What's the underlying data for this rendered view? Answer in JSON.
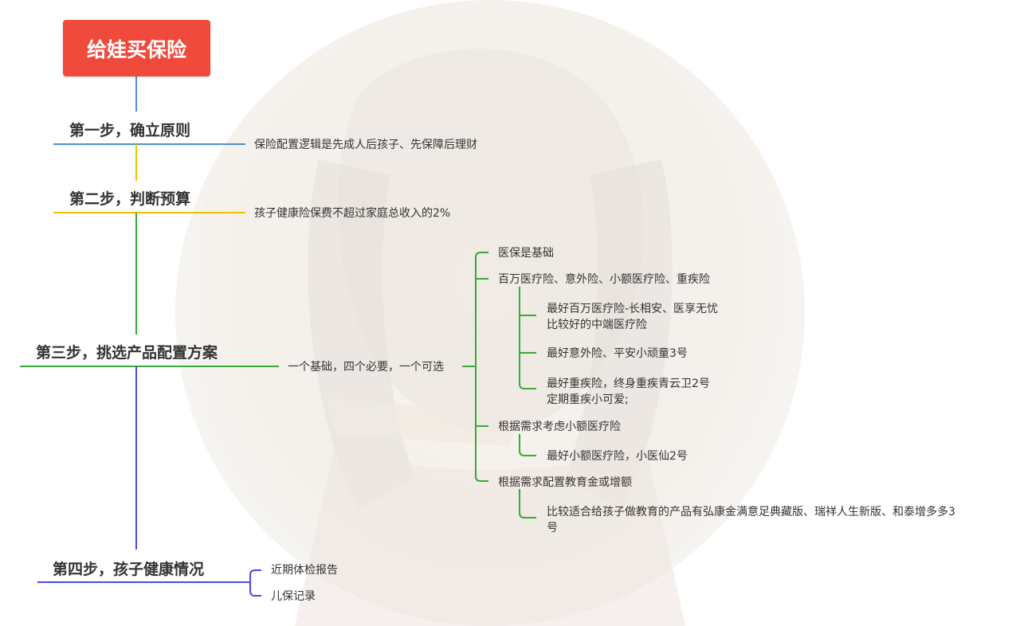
{
  "root": {
    "label": "给娃买保险"
  },
  "colors": {
    "root_bg": "#f04a3c",
    "step1": "#4a90d9",
    "step2": "#f5c000",
    "step3": "#3aa83a",
    "step4": "#4a4ae0"
  },
  "steps": [
    {
      "label": "第一步，确立原则",
      "detail": "保险配置逻辑是先成人后孩子、先保障后理财"
    },
    {
      "label": "第二步，判断预算",
      "detail": "孩子健康险保费不超过家庭总收入的2%"
    },
    {
      "label": "第三步，挑选产品配置方案",
      "detail": "一个基础，四个必要，一个可选",
      "branches": [
        {
          "label": "医保是基础"
        },
        {
          "label": "百万医疗险、意外险、小额医疗险、重疾险",
          "children": [
            {
              "lines": [
                "最好百万医疗险-长相安、医享无忧",
                "比较好的中端医疗险"
              ]
            },
            {
              "lines": [
                "最好意外险、平安小顽童3号"
              ]
            },
            {
              "lines": [
                "最好重疾险，终身重疾青云卫2号",
                "定期重疾小可爱;"
              ]
            }
          ]
        },
        {
          "label": "根据需求考虑小额医疗险",
          "children": [
            {
              "lines": [
                "最好小额医疗险，小医仙2号"
              ]
            }
          ]
        },
        {
          "label": "根据需求配置教育金或增额",
          "children": [
            {
              "lines": [
                "比较适合给孩子做教育的产品有弘康金满意足典藏版、瑞祥人生新版、和泰增多多3",
                "号"
              ]
            }
          ]
        }
      ]
    },
    {
      "label": "第四步，孩子健康情况",
      "items": [
        "近期体检报告",
        "儿保记录"
      ]
    }
  ]
}
